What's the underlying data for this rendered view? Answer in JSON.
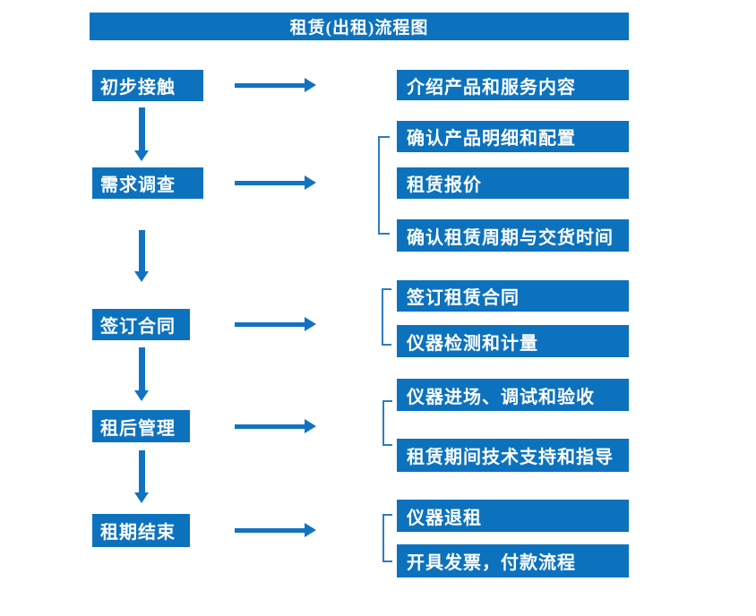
{
  "title": "租赁(出租)流程图",
  "colors": {
    "box_blue": "#0d72bd",
    "arrow_blue": "#1173c0",
    "bracket_blue": "#2e7cc0",
    "text_white": "#ffffff",
    "background": "#ffffff"
  },
  "steps": [
    {
      "label": "初步接触",
      "details": [
        "介绍产品和服务内容"
      ]
    },
    {
      "label": "需求调查",
      "details": [
        "确认产品明细和配置",
        "租赁报价",
        "确认租赁周期与交货时间"
      ]
    },
    {
      "label": "签订合同",
      "details": [
        "签订租赁合同",
        "仪器检测和计量"
      ]
    },
    {
      "label": "租后管理",
      "details": [
        "仪器进场、调试和验收",
        "租赁期间技术支持和指导"
      ]
    },
    {
      "label": "租期结束",
      "details": [
        "仪器退租",
        "开具发票，付款流程"
      ]
    }
  ]
}
